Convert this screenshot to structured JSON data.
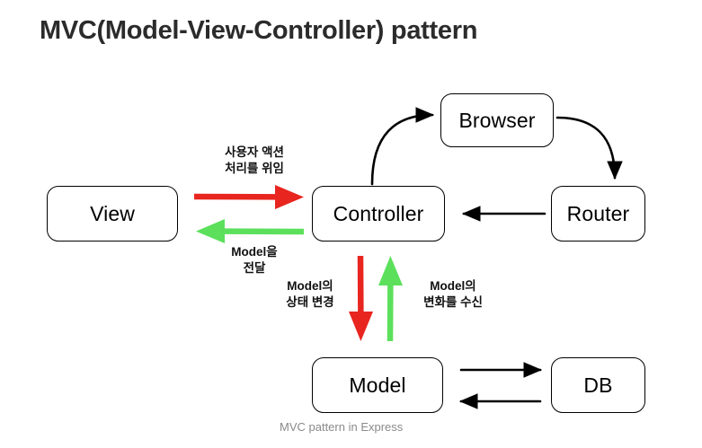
{
  "page": {
    "title": "MVC(Model-View-Controller) pattern",
    "caption": "MVC pattern in Express",
    "background": "#ffffff"
  },
  "colors": {
    "title_text": "#2b2b2b",
    "node_border": "#000000",
    "node_text": "#000000",
    "arrow_black": "#000000",
    "arrow_red": "#e8251f",
    "arrow_green": "#5ce05c",
    "label_text": "#111111",
    "caption_text": "#8a8a8a"
  },
  "diagram": {
    "type": "flow-diagram",
    "nodes": [
      {
        "id": "view",
        "label": "View"
      },
      {
        "id": "controller",
        "label": "Controller"
      },
      {
        "id": "browser",
        "label": "Browser"
      },
      {
        "id": "router",
        "label": "Router"
      },
      {
        "id": "model",
        "label": "Model"
      },
      {
        "id": "db",
        "label": "DB"
      }
    ],
    "edges": [
      {
        "id": "view-to-controller",
        "from": "view",
        "to": "controller",
        "style": "sketch-arrow",
        "color": "#e8251f",
        "label_line1": "사용자 액션",
        "label_line2": "처리를 위임"
      },
      {
        "id": "controller-to-view",
        "from": "controller",
        "to": "view",
        "style": "sketch-arrow",
        "color": "#5ce05c",
        "label_line1": "Model을",
        "label_line2": "전달"
      },
      {
        "id": "controller-to-model",
        "from": "controller",
        "to": "model",
        "style": "sketch-arrow",
        "color": "#e8251f",
        "label_line1": "Model의",
        "label_line2": "상태 변경"
      },
      {
        "id": "model-to-controller",
        "from": "model",
        "to": "controller",
        "style": "sketch-arrow",
        "color": "#5ce05c",
        "label_line1": "Model의",
        "label_line2": "변화를 수신"
      },
      {
        "id": "controller-to-browser",
        "from": "controller",
        "to": "browser",
        "style": "curved-arrow",
        "color": "#000000",
        "label_line1": "",
        "label_line2": ""
      },
      {
        "id": "browser-to-router",
        "from": "browser",
        "to": "router",
        "style": "curved-arrow",
        "color": "#000000",
        "label_line1": "",
        "label_line2": ""
      },
      {
        "id": "router-to-controller",
        "from": "router",
        "to": "controller",
        "style": "straight-arrow",
        "color": "#000000",
        "label_line1": "",
        "label_line2": ""
      },
      {
        "id": "model-to-db",
        "from": "model",
        "to": "db",
        "style": "straight-arrow",
        "color": "#000000",
        "label_line1": "",
        "label_line2": ""
      },
      {
        "id": "db-to-model",
        "from": "db",
        "to": "model",
        "style": "straight-arrow",
        "color": "#000000",
        "label_line1": "",
        "label_line2": ""
      }
    ]
  }
}
